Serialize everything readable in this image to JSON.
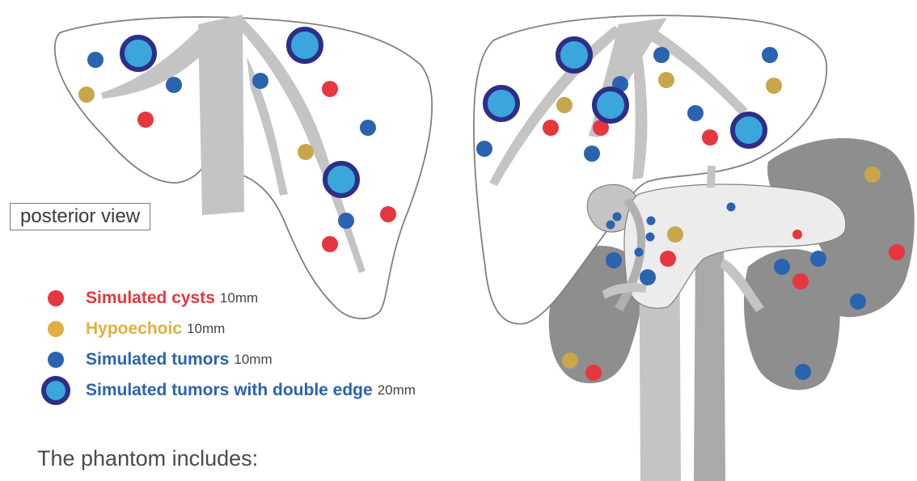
{
  "view_label": "posterior view",
  "colors": {
    "cyst": "#e5373d",
    "hypoechoic": "#c9a64b",
    "tumor": "#2a63b0",
    "double_inner": "#3aa6dc",
    "double_ring": "#2d2f86",
    "organ_outline": "#808080",
    "vessel": "#c4c4c4",
    "kidney": "#8e8e8e",
    "pancreas": "#ececec"
  },
  "legend": [
    {
      "kind": "cyst",
      "label": "Simulated cysts",
      "size": "10mm",
      "color": "#e5373d"
    },
    {
      "kind": "hypoechoic",
      "label": "Hypoechoic",
      "size": "10mm",
      "color": "#e0b040"
    },
    {
      "kind": "tumor",
      "label": "Simulated tumors",
      "size": "10mm",
      "color": "#2a63b0"
    },
    {
      "kind": "double",
      "label": "Simulated tumors with double edge",
      "size": "20mm",
      "color": "#2a63b0"
    }
  ],
  "heading": "The phantom includes:"
}
